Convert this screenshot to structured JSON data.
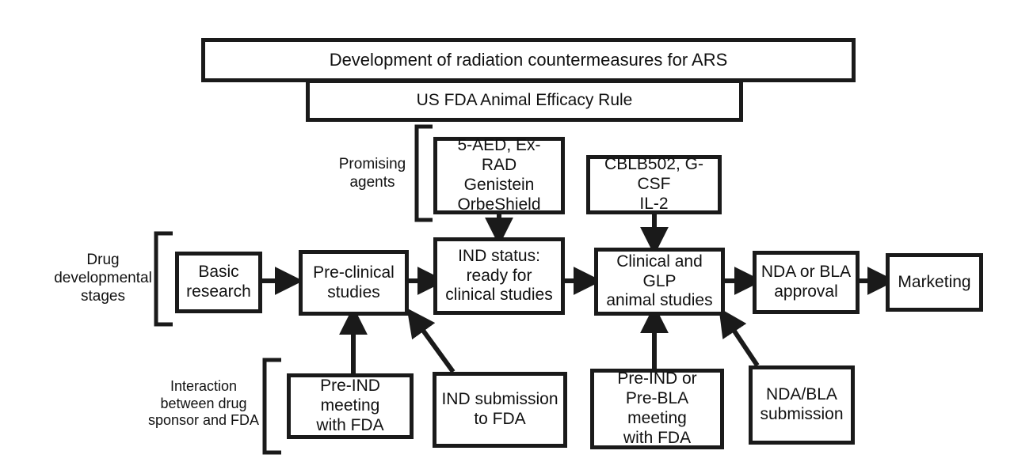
{
  "top": {
    "title": "Development of radiation countermeasures for ARS",
    "rule": "US FDA Animal Efficacy Rule"
  },
  "groups": {
    "promising": "Promising\nagents",
    "stages": "Drug\ndevelopmental\nstages",
    "interaction": "Interaction\nbetween drug\nsponsor and FDA"
  },
  "agents": {
    "set1": "5-AED, Ex-RAD\nGenistein\nOrbeShield",
    "set2": "CBLB502, G-CSF\nIL-2"
  },
  "stages": {
    "basic": "Basic\nresearch",
    "preclinical": "Pre-clinical\nstudies",
    "ind": "IND status:\nready for\nclinical studies",
    "clinical": "Clinical and GLP\nanimal studies",
    "approval": "NDA or BLA\napproval",
    "marketing": "Marketing"
  },
  "interactions": {
    "preind": "Pre-IND meeting\nwith FDA",
    "indsub": "IND submission\nto FDA",
    "prebla": "Pre-IND or\nPre-BLA meeting\nwith FDA",
    "ndasub": "NDA/BLA\nsubmission"
  }
}
